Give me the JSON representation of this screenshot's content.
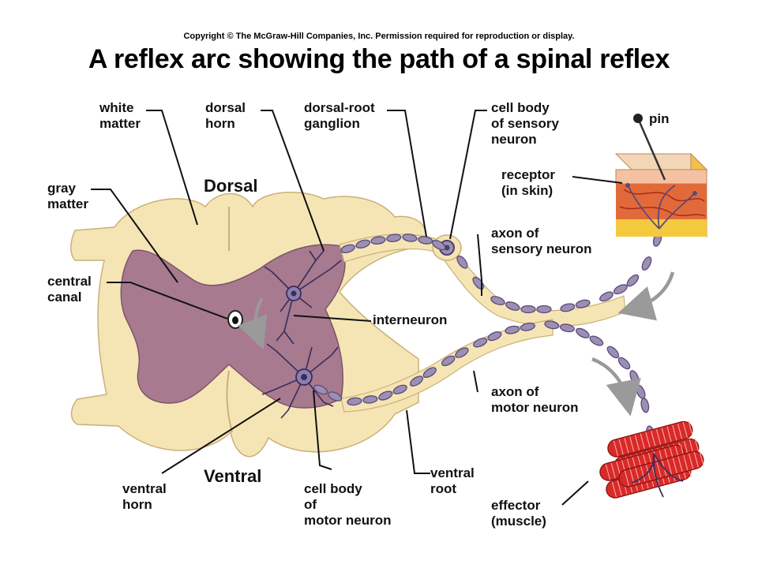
{
  "copyright": "Copyright © The McGraw-Hill Companies, Inc. Permission required for reproduction or display.",
  "title": "A reflex arc showing the path of a spinal reflex",
  "labels": {
    "white_matter": "white\nmatter",
    "dorsal_horn": "dorsal\nhorn",
    "dorsal_root_ganglion": "dorsal-root\nganglion",
    "cell_body_sensory": "cell body\nof sensory\nneuron",
    "pin": "pin",
    "receptor": "receptor\n(in skin)",
    "gray_matter": "gray\nmatter",
    "dorsal": "Dorsal",
    "axon_sensory": "axon of\nsensory neuron",
    "central_canal": "central\ncanal",
    "interneuron": "interneuron",
    "axon_motor": "axon of\nmotor neuron",
    "ventral_horn": "ventral\nhorn",
    "ventral": "Ventral",
    "cell_body_motor": "cell body\nof\nmotor neuron",
    "ventral_root": "ventral\nroot",
    "effector": "effector\n(muscle)"
  },
  "colors": {
    "white_matter": "#f6e5b4",
    "gray_matter": "#a77a8f",
    "neuron": "#5a4a78",
    "axon_segment": "#9c8fb4",
    "muscle": "#d82a2a",
    "skin": "#e8a95a",
    "arrow": "#9a9a9a"
  }
}
